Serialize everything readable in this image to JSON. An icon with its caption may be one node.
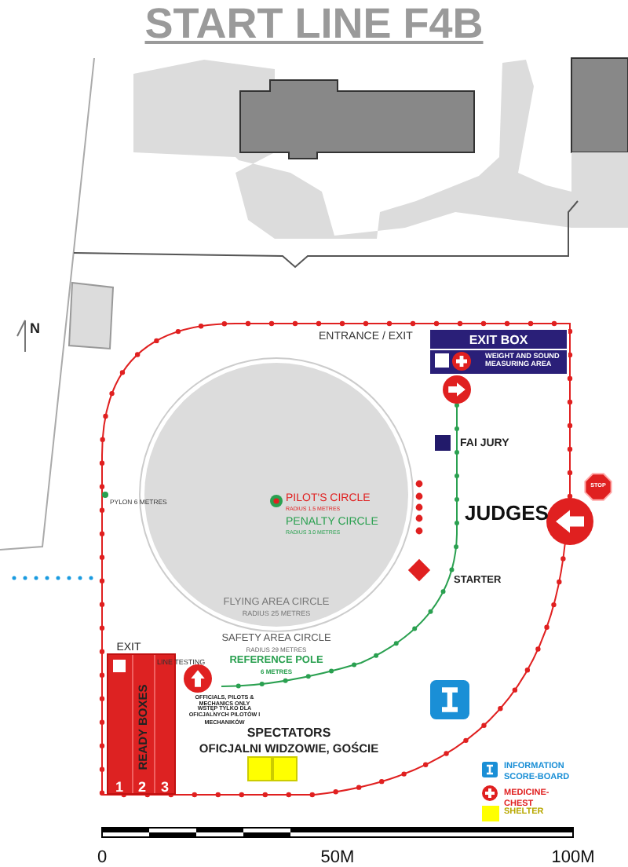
{
  "diagram": {
    "title": "START LINE F4B",
    "nodes": [
      {
        "text": [
          "EXIT BOX",
          "WEIGHT AND SOUND MEASURING AREA"
        ]
      },
      {
        "text": [
          "READY BOXES",
          "1",
          "2",
          "3"
        ],
        "beside": [
          "EXIT"
        ]
      }
    ],
    "labels": [
      "N",
      "ENTRANCE / EXIT",
      "FAI JURY",
      "STOP",
      "PYLON 6 METRES",
      "PILOT'S CIRCLE",
      "RADIUS 1.5 METRES",
      "JUDGES",
      "PENALTY CIRCLE",
      "RADIUS 3.0 METRES",
      "STARTER",
      "FLYING AREA CIRCLE",
      "RADIUS 25 METRES",
      "SAFETY  AREA CIRCLE",
      "RADIUS 29 METRES",
      "LINE TESTING",
      "REFERENCE POLE",
      "6 METRES",
      "OFFICIALS, PILOTS & MECHANICS ONLY",
      "WSTĘP TYLKO DLA OFICJALNYCH PILOTÓW I MECHANIKÓW",
      "SPECTATORS",
      "OFICJALNI WIDZOWIE, GOŚCIE",
      "0",
      "50M",
      "100M"
    ],
    "legend": [
      {
        "text": "INFORMATION SCORE-BOARD"
      },
      {
        "text": "MEDICINE-CHEST"
      },
      {
        "text": "SHELTER",
        "color": "#ffff00"
      }
    ]
  }
}
